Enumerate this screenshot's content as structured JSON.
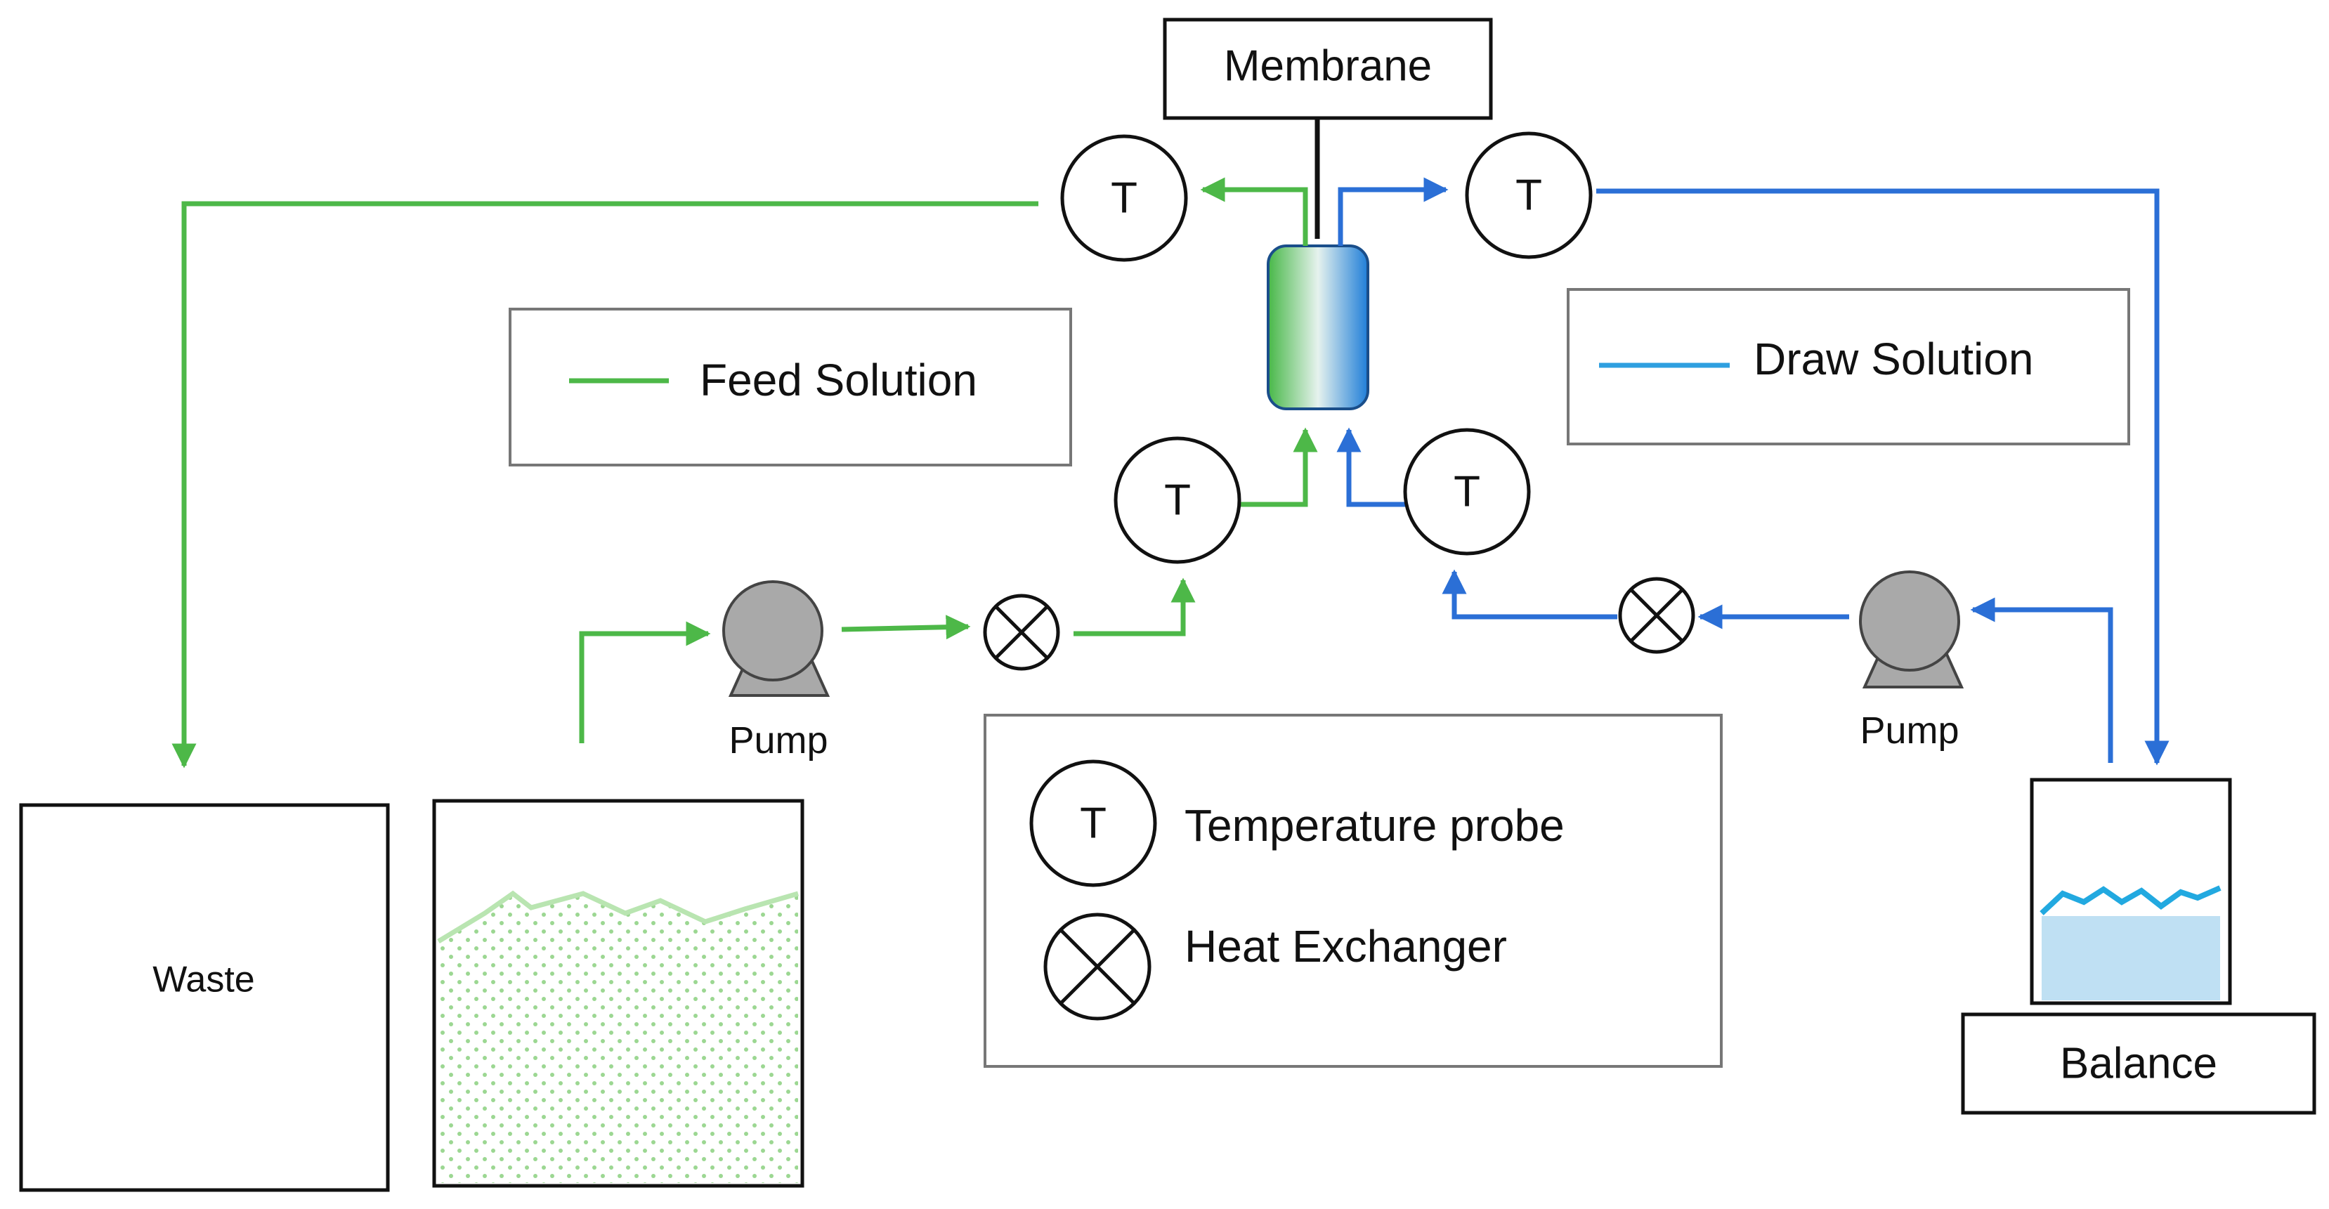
{
  "membrane": {
    "label": "Membrane"
  },
  "legend_solutions": {
    "feed": {
      "label": "Feed Solution",
      "color": "#4db848"
    },
    "draw": {
      "label": "Draw Solution",
      "color": "#2e9fe0"
    }
  },
  "legend_symbols": {
    "temperature_symbol": "T",
    "temperature_label": "Temperature probe",
    "heat_exchanger_label": "Heat Exchanger"
  },
  "probes": {
    "feed_out": "T",
    "draw_out": "T",
    "feed_in": "T",
    "draw_in": "T"
  },
  "pumps": {
    "feed_label": "Pump",
    "draw_label": "Pump"
  },
  "waste": {
    "label": "Waste"
  },
  "balance": {
    "label": "Balance"
  },
  "colors": {
    "feed_line": "#4db848",
    "draw_line": "#2b6fd6",
    "draw_legend_line": "#2e9fe0",
    "pump_fill": "#a9a9a9",
    "feed_liquid": "#cfeec8",
    "draw_liquid": "#bfe0f3",
    "draw_wave": "#22a9e0"
  }
}
